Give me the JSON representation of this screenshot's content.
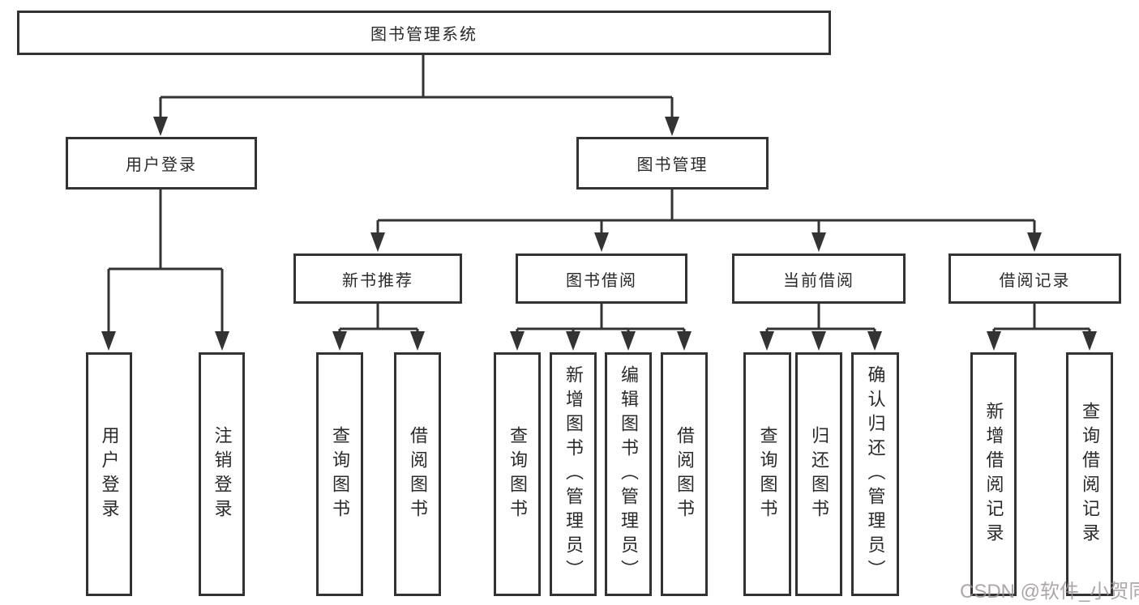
{
  "diagram": {
    "title": "图书管理系统",
    "branches": [
      {
        "label": "用户登录",
        "children": [
          {
            "label": "用户登录"
          },
          {
            "label": "注销登录"
          }
        ]
      },
      {
        "label": "图书管理",
        "children": [
          {
            "label": "新书推荐",
            "children": [
              {
                "label": "查询图书"
              },
              {
                "label": "借阅图书"
              }
            ]
          },
          {
            "label": "图书借阅",
            "children": [
              {
                "label": "查询图书"
              },
              {
                "label": "新增图书（管理员）"
              },
              {
                "label": "编辑图书（管理员）"
              },
              {
                "label": "借阅图书"
              }
            ]
          },
          {
            "label": "当前借阅",
            "children": [
              {
                "label": "查询图书"
              },
              {
                "label": "归还图书"
              },
              {
                "label": "确认归还（管理员）"
              }
            ]
          },
          {
            "label": "借阅记录",
            "children": [
              {
                "label": "新增借阅记录"
              },
              {
                "label": "查询借阅记录"
              }
            ]
          }
        ]
      }
    ]
  },
  "watermark": {
    "text": "CSDN @软件_小贺同学"
  },
  "colors": {
    "line": "#333333",
    "box_border": "#333333",
    "text": "#2a2a2a",
    "watermark": "#989090",
    "background": "#ffffff"
  }
}
